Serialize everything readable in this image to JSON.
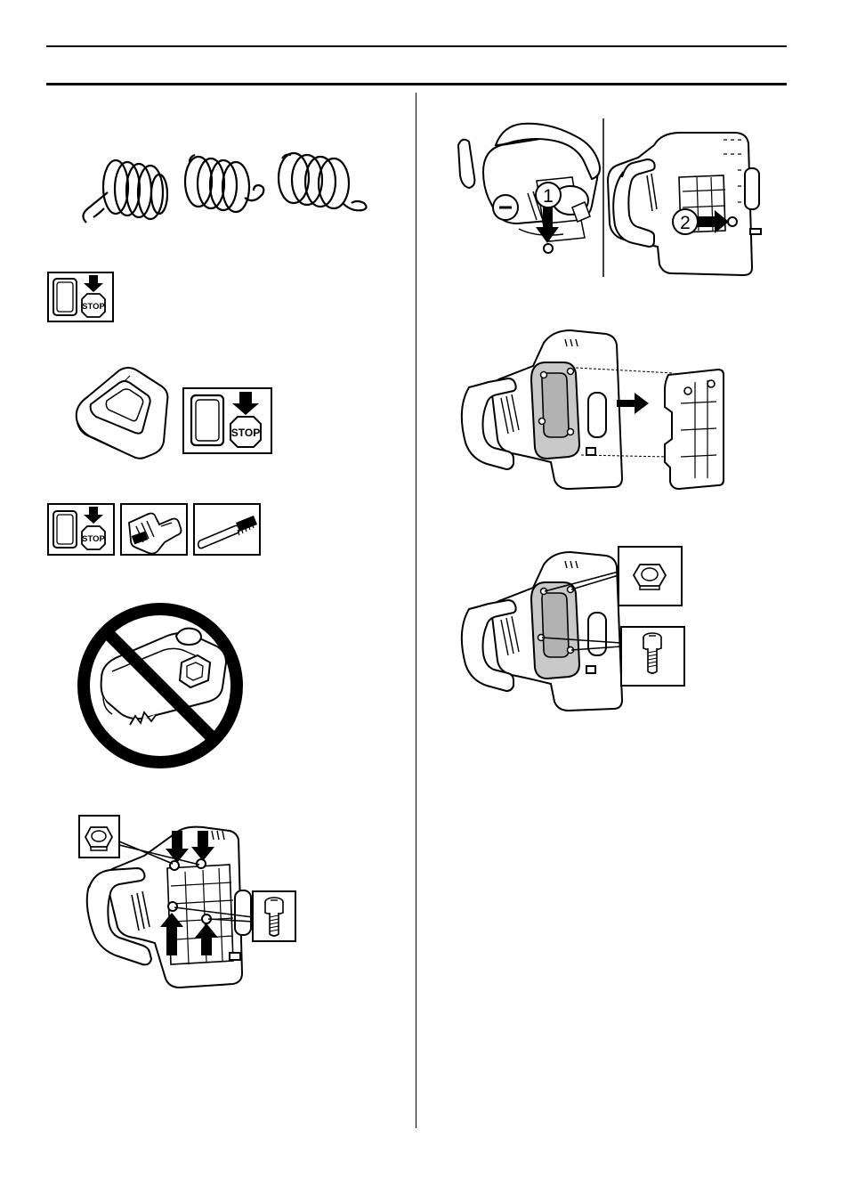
{
  "symbols": {
    "stop_label": "STOP"
  },
  "callouts": {
    "step_1": "1",
    "step_2": "2"
  },
  "icons": {
    "springs": "damper-springs-illustration",
    "stop_switch": "stop-switch-icon",
    "glove": "protective-glove-icon",
    "brush": "cleaning-brush-icon",
    "prohibited": "prohibited-damaged-muffler-icon",
    "nut": "nut-icon",
    "screw": "screw-icon"
  }
}
